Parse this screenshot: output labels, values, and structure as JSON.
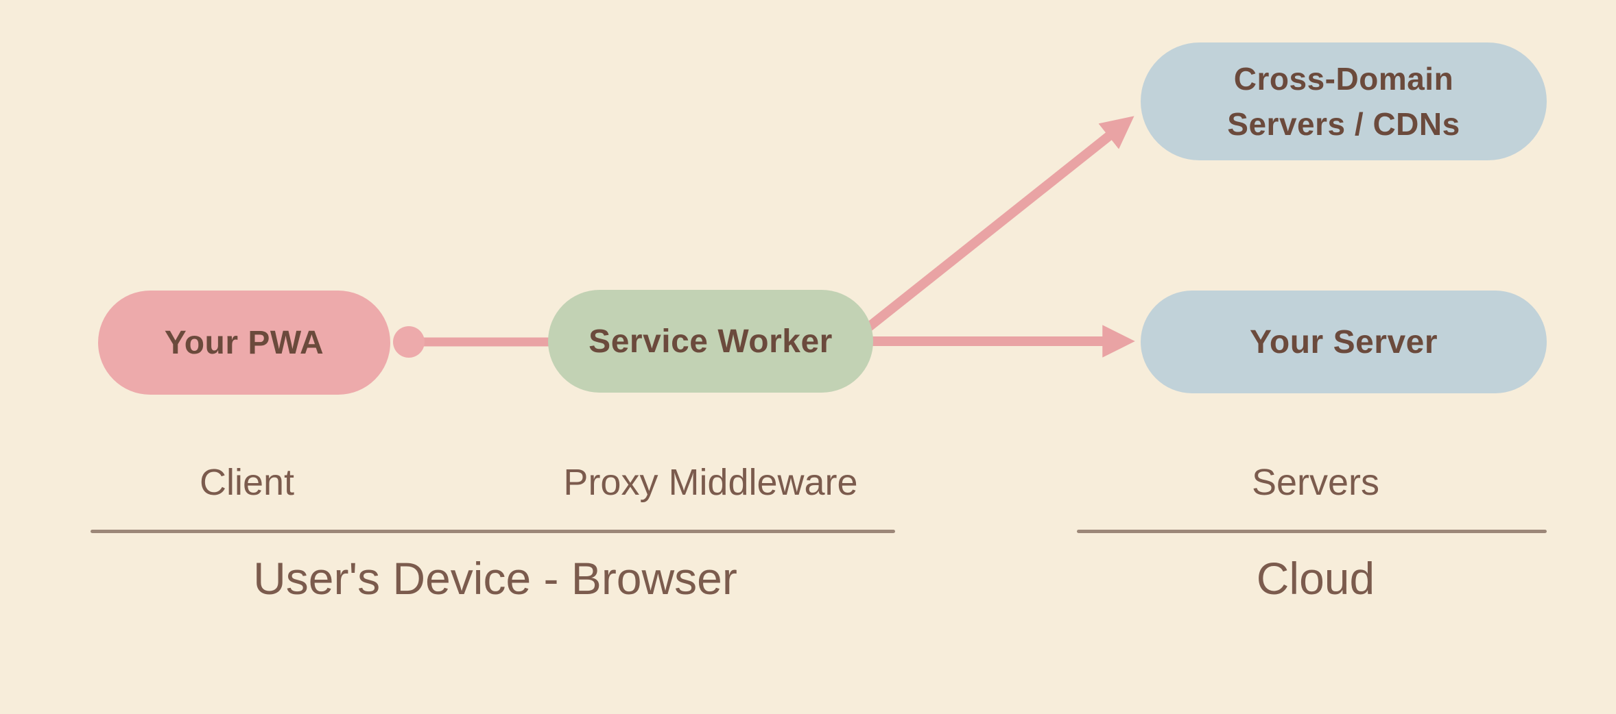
{
  "diagram": {
    "nodes": {
      "pwa": {
        "label": "Your PWA"
      },
      "service_worker": {
        "label": "Service Worker"
      },
      "cross_domain": {
        "line1": "Cross-Domain",
        "line2": "Servers / CDNs"
      },
      "your_server": {
        "label": "Your Server"
      }
    },
    "role_labels": {
      "client": "Client",
      "proxy": "Proxy Middleware",
      "servers": "Servers"
    },
    "sections": {
      "device": "User's Device - Browser",
      "cloud": "Cloud"
    },
    "edges": [
      {
        "from": "pwa",
        "to": "service_worker",
        "style": "dot-line"
      },
      {
        "from": "service_worker",
        "to": "cross_domain",
        "style": "arrow"
      },
      {
        "from": "service_worker",
        "to": "your_server",
        "style": "arrow"
      }
    ],
    "colors": {
      "background": "#f7edda",
      "pwa_pill": "#edaaab",
      "service_worker_pill": "#c2d2b4",
      "server_pill": "#c1d2d9",
      "connector_pink": "#e9a3a4",
      "node_text": "#6b4a3c",
      "label_text": "#7b5b4d",
      "divider": "#9c8778"
    }
  }
}
